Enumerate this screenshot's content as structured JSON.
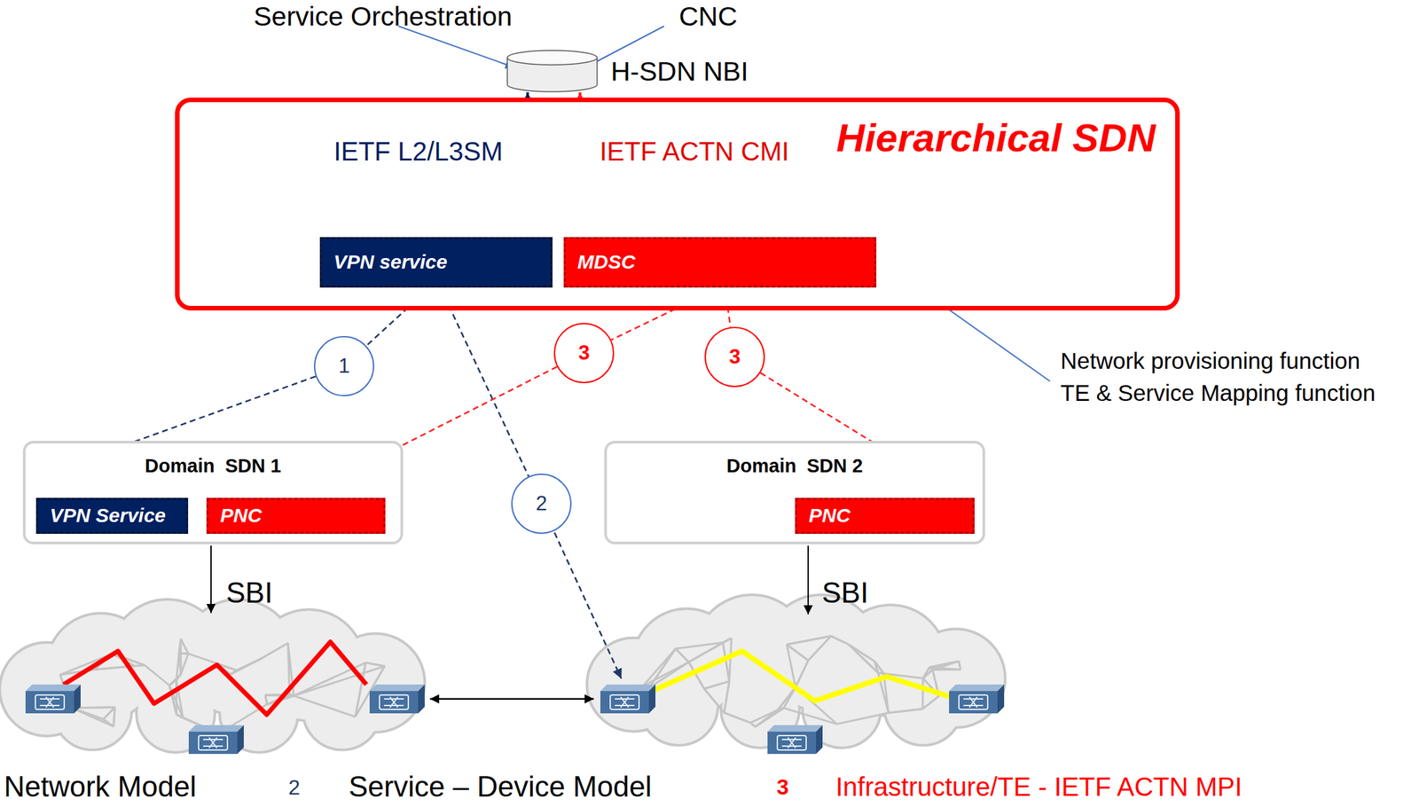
{
  "diagram": {
    "nodes": [
      {
        "text": [
          "H-SDN NBI"
        ]
      },
      {
        "text": [
          "Hierarchical SDN"
        ]
      },
      {
        "text": [
          "VPN service"
        ],
        "in": 1
      },
      {
        "text": [
          "MDSC"
        ],
        "in": 1
      },
      {
        "text": [
          "1"
        ]
      },
      {
        "text": [
          "3"
        ]
      },
      {
        "text": [
          "3"
        ]
      },
      {
        "text": [
          "Domain  SDN 1"
        ]
      },
      {
        "text": [
          "VPN Service"
        ],
        "in": 7
      },
      {
        "text": [
          "PNC"
        ],
        "in": 7
      },
      {
        "text": [
          "2"
        ]
      },
      {
        "text": [
          "Domain  SDN 2"
        ]
      },
      {
        "text": [
          "PNC"
        ],
        "in": 11
      }
    ],
    "edges": [
      {
        "from": 0,
        "to": 2,
        "arrow": "both",
        "label": "IETF L2/L3SM"
      },
      {
        "from": 0,
        "to": 3,
        "arrow": "both",
        "label": "IETF ACTN CMI"
      },
      {
        "from": 2,
        "to": 4,
        "arrow": "none"
      },
      {
        "from": 4,
        "to": 8,
        "arrow": "to"
      },
      {
        "from": 2,
        "to": 10,
        "arrow": "none"
      },
      {
        "from": 3,
        "to": 5,
        "arrow": "none"
      },
      {
        "from": 5,
        "to": 9,
        "arrow": "to"
      },
      {
        "from": 3,
        "to": 6,
        "arrow": "none"
      },
      {
        "from": 6,
        "to": 12,
        "arrow": "to"
      }
    ],
    "labels": [
      "Service Orchestration",
      "CNC",
      "Network provisioning function",
      "TE & Service Mapping function",
      "SBI",
      "SBI",
      "Network Model",
      "2",
      "Service – Device Model",
      "3",
      "Infrastructure/TE - IETF ACTN MPI"
    ]
  }
}
